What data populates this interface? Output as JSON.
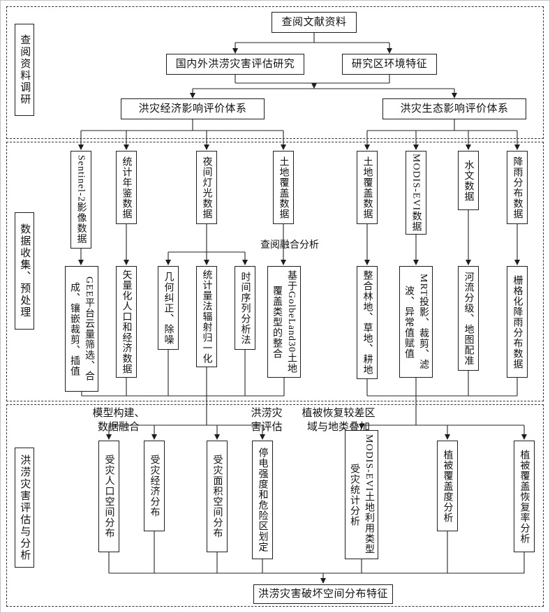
{
  "sections": {
    "s1": {
      "label": "查阅资料调研"
    },
    "s2": {
      "label": "数据收集、预处理"
    },
    "s3": {
      "label": "洪涝灾害评估与分析"
    }
  },
  "top": {
    "literature": "查阅文献资料",
    "research_domestic": "国内外洪涝灾害评估研究",
    "env": "研究区环境特征",
    "econ_system": "洪灾经济影响评价体系",
    "eco_system": "洪灾生态影响评价体系"
  },
  "middle": {
    "fusion_label": "查阅融合分析",
    "sources_left": [
      "Sentinel-2影像数据",
      "统计年鉴数据",
      "夜间灯光数据",
      "土地覆盖数据"
    ],
    "sources_right": [
      "土地覆盖数据",
      "MODIS-EVI数据",
      "水文数据",
      "降雨分布数据"
    ],
    "process_left": [
      "GEE平台云量筛选、合成、镶嵌裁剪、插值",
      "矢量化人口和经济数据",
      "几何纠正、除噪",
      "统计量法辐射归一化",
      "时间序列分析法",
      "基于GolbeLand30土地覆盖类型的整合"
    ],
    "process_right": [
      "整合林地、草地、耕地",
      "MRT投影、裁剪、滤波、异常值赋值",
      "河流分级、地图配准",
      "栅格化降雨分布数据"
    ]
  },
  "bottom": {
    "labels": {
      "model": "模型构建、数据融合",
      "assess": "洪涝灾害评估",
      "veg": "植被恢复较差区域与地类叠加"
    },
    "results": [
      "受灾人口空间分布",
      "受灾经济分布",
      "受灾面积空间分布",
      "停电强度和危险区划定",
      "MODIS-EVI土地利用类型受灾统计分析",
      "植被覆盖度分析",
      "植被覆盖恢复率分析"
    ],
    "final": "洪涝灾害破坏空间分布特征"
  }
}
